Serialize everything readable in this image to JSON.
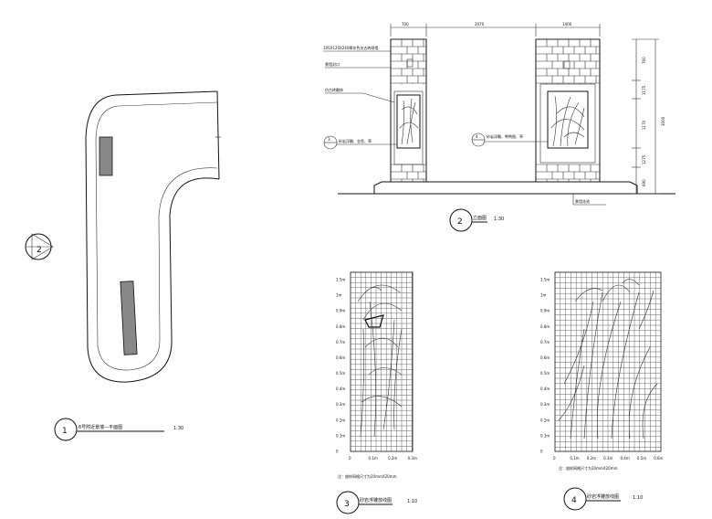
{
  "plan": {
    "marker_num": "1",
    "title": "6号附近景墙—平面图",
    "scale": "1:30",
    "north_marker": "2"
  },
  "elevation": {
    "marker_num": "2",
    "title": "立面图",
    "scale": "1:30",
    "dims_top": [
      "700",
      "2070",
      "1400"
    ],
    "dims_right": [
      "760",
      "1175",
      "1170",
      "1275",
      "690"
    ],
    "dim_total": "3000",
    "labels": {
      "brick": "195X120X240厚灰色仿古砖砌墙",
      "cap": "景墙封口",
      "panel": "仿古砖雕饰",
      "detail3": "砂岩浮雕、金鱼、草",
      "detail4": "砂岩浮雕、鸭鸭图、草",
      "base": "景墙花池"
    },
    "callout_3": "3",
    "callout_4": "4"
  },
  "grid3": {
    "marker_num": "3",
    "title": "砂岩浮雕放线图",
    "scale": "1:10",
    "note": "注：放样网格尺寸为20mmX20mm",
    "yticks": [
      "1.5m",
      "1m",
      "0.9m",
      "0.8m",
      "0.7m",
      "0.6m",
      "0.5m",
      "0.4m",
      "0.3m",
      "0.2m",
      "0.1m",
      "0"
    ],
    "xticks": [
      "0",
      "0.1m",
      "0.2m",
      "0.3m"
    ]
  },
  "grid4": {
    "marker_num": "4",
    "title": "砂岩浮雕放线图",
    "scale": "1:10",
    "note": "注：放样网格尺寸为20mmX20mm",
    "yticks": [
      "1.5m",
      "1m",
      "0.9m",
      "0.8m",
      "0.7m",
      "0.6m",
      "0.5m",
      "0.4m",
      "0.3m",
      "0.2m",
      "0.1m",
      "0"
    ],
    "xticks": [
      "0",
      "0.1m",
      "0.2m",
      "0.3m",
      "0.4m",
      "0.5m",
      "0.6m"
    ]
  }
}
